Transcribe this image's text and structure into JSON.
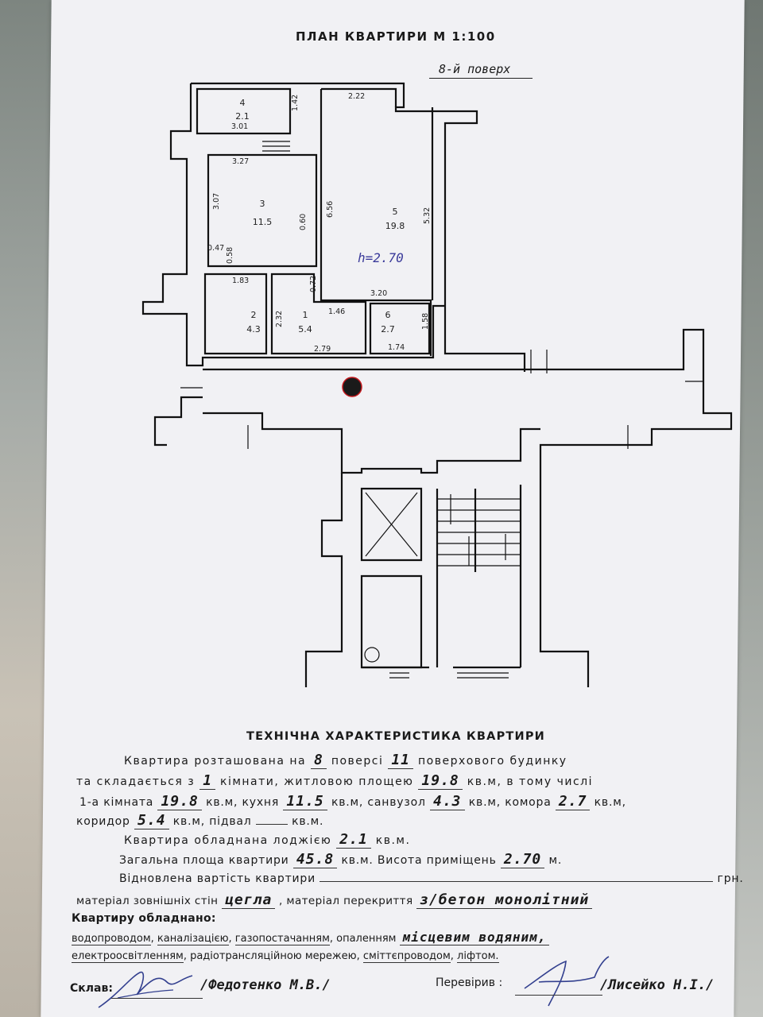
{
  "header": {
    "title": "ПЛАН КВАРТИРИ М 1:100",
    "floor_note": "8-й поверх"
  },
  "plan": {
    "ceiling_note": "h=2.70",
    "rooms": [
      {
        "num": "4",
        "area": "2.1"
      },
      {
        "num": "3",
        "area": "11.5"
      },
      {
        "num": "5",
        "area": "19.8"
      },
      {
        "num": "2",
        "area": "4.3"
      },
      {
        "num": "1",
        "area": "5.4"
      },
      {
        "num": "6",
        "area": "2.7"
      }
    ],
    "dims": {
      "d222": "2.22",
      "d142": "1.42",
      "d301": "3.01",
      "d327": "3.27",
      "d307": "3.07",
      "d060": "0.60",
      "d656": "6.56",
      "d532": "5.32",
      "d047": "0.47",
      "d058": "0.58",
      "d183": "1.83",
      "d072": "0.72",
      "d320": "3.20",
      "d146": "1.46",
      "d232": "2.32",
      "d158": "1.58",
      "d279": "2.79",
      "d174": "1.74"
    }
  },
  "tech": {
    "title": "ТЕХНІЧНА ХАРАКТЕРИСТИКА КВАРТИРИ",
    "l1_a": "Квартира розташована на",
    "floor": "8",
    "l1_b": "поверсі",
    "total_floors": "11",
    "l1_c": "поверхового будинку",
    "l2_a": "та складається з",
    "rooms_count": "1",
    "l2_b": "кімнати, житловою площею",
    "living_area": "19.8",
    "l2_c": "кв.м, в тому числі",
    "l3_a": "1-а кімната",
    "room1_area": "19.8",
    "l3_b": "кв.м, кухня",
    "kitchen_area": "11.5",
    "l3_c": "кв.м, санвузол",
    "bathroom_area": "4.3",
    "l3_d": "кв.м, комора",
    "storage_area": "2.7",
    "l3_e": "кв.м,",
    "l4_a": "коридор",
    "corridor_area": "5.4",
    "l4_b": "кв.м, підвал",
    "l4_c": "кв.м.",
    "l5_a": "Квартира обладнана лоджією",
    "loggia_area": "2.1",
    "l5_b": "кв.м.",
    "l6_a": "Загальна площа квартири",
    "total_area": "45.8",
    "l6_b": "кв.м. Висота приміщень",
    "height": "2.70",
    "l6_c": "м.",
    "l7_a": "Відновлена вартість квартири",
    "l7_b": "грн.",
    "l8_a": "матеріал зовнішніх стін",
    "wall_material": "цегла",
    "l8_b": ", матеріал перекриття",
    "floor_material": "з/бетон монолітний",
    "equip_title": "Квартиру обладнано:",
    "u_water": "водопроводом",
    "u_sewer": "каналізацією",
    "u_gas": "газопостачанням",
    "u_heat_pre": ", опаленням",
    "heating": "місцевим водяним,",
    "u_elec": "електроосвітленням",
    "u_radio": ", радіотрансляційною мережею,",
    "u_chute": "сміттєпроводом",
    "u_lift": "ліфтом."
  },
  "signatures": {
    "drafted_label": "Склав:",
    "drafted_name": "/Федотенко М.В./",
    "checked_label": "Перевірив :",
    "checked_name": "/Лисейко Н.І./"
  }
}
